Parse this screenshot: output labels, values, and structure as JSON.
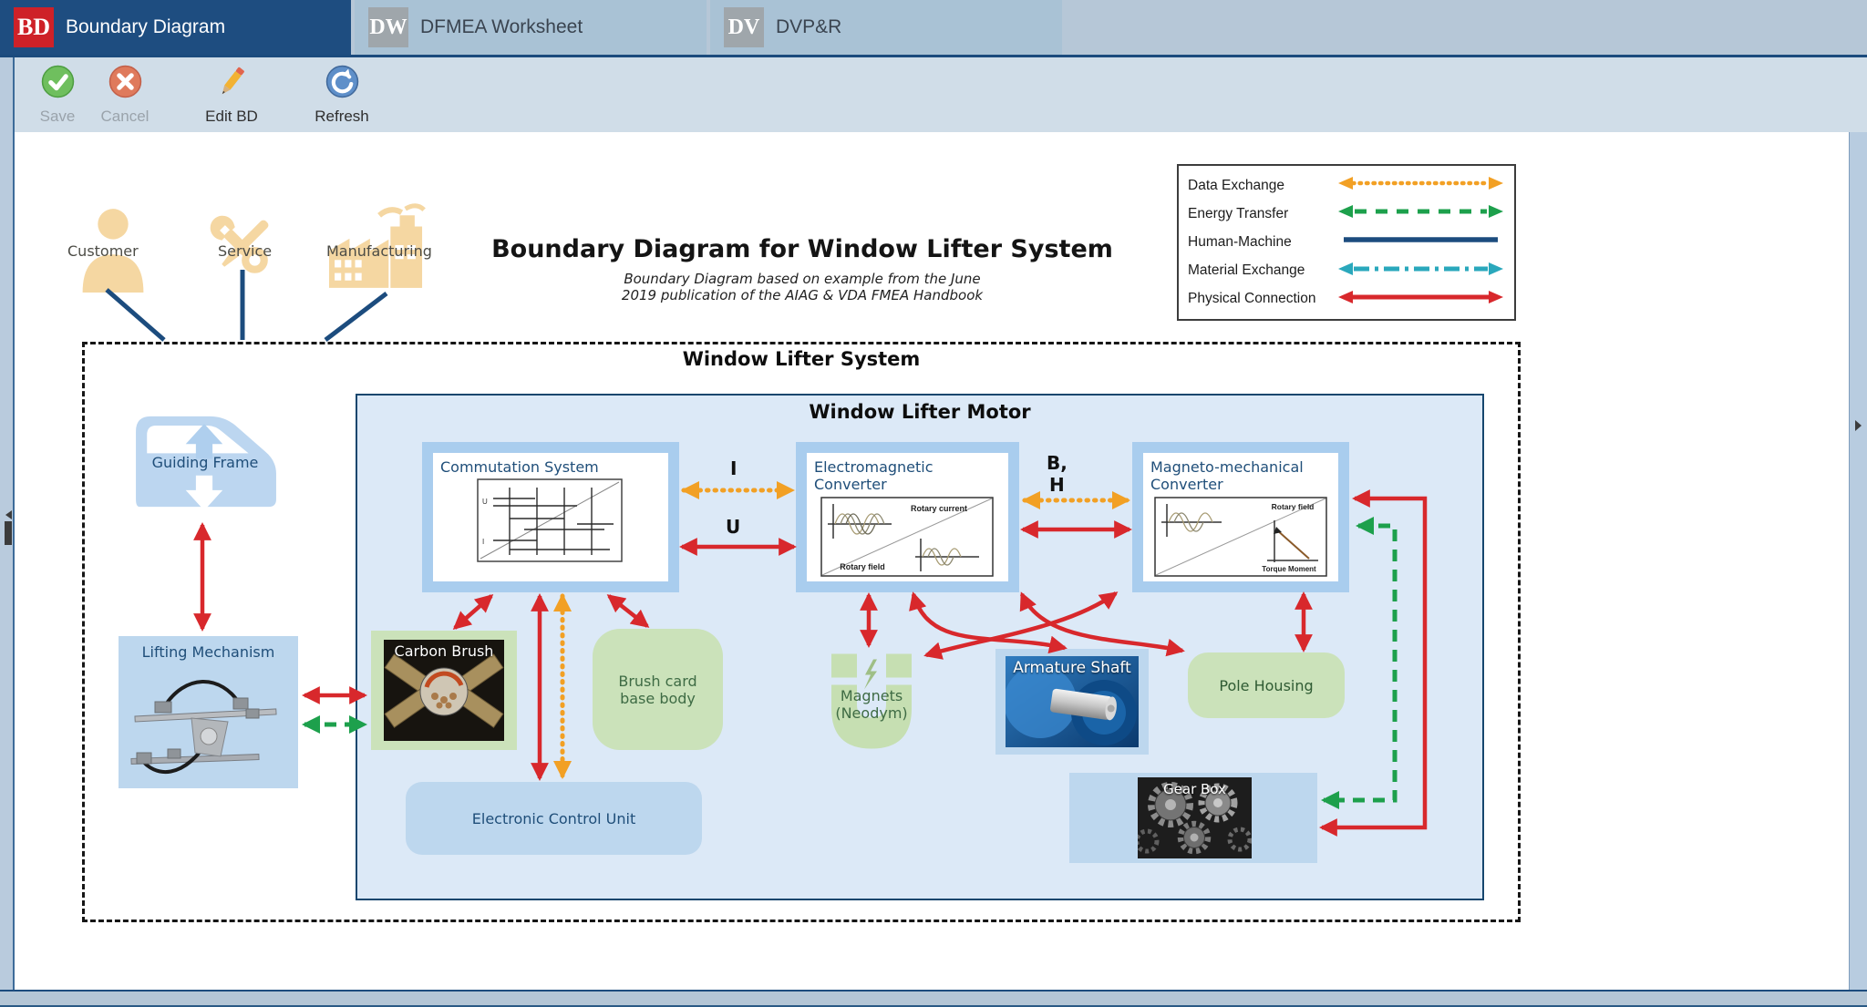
{
  "tabs": [
    {
      "badge": "BD",
      "label": "Boundary Diagram"
    },
    {
      "badge": "DW",
      "label": "DFMEA Worksheet"
    },
    {
      "badge": "DV",
      "label": "DVP&R"
    }
  ],
  "toolbar": {
    "save_label": "Save",
    "cancel_label": "Cancel",
    "edit_label": "Edit BD",
    "refresh_label": "Refresh"
  },
  "legend": {
    "items": [
      {
        "label": "Data Exchange",
        "style": "orange-dotted",
        "color": "#F2A024"
      },
      {
        "label": "Energy Transfer",
        "style": "green-dashed",
        "color": "#1DA04C"
      },
      {
        "label": "Human-Machine",
        "style": "blue-solid",
        "color": "#1C4C7E"
      },
      {
        "label": "Material Exchange",
        "style": "teal-dashdot",
        "color": "#2AA8BC"
      },
      {
        "label": "Physical Connection",
        "style": "red-solid",
        "color": "#D8282C"
      }
    ]
  },
  "header": {
    "title": "Boundary Diagram for Window Lifter System",
    "subtitle_line1": "Boundary Diagram based on example from the June",
    "subtitle_line2": "2019 publication of the AIAG & VDA FMEA Handbook"
  },
  "external": {
    "customer": "Customer",
    "service": "Service",
    "manufacturing": "Manufacturing"
  },
  "diagram": {
    "system_title": "Window Lifter System",
    "motor_title": "Window Lifter Motor",
    "components": {
      "guiding_frame": "Guiding Frame",
      "lifting_mechanism": "Lifting Mechanism",
      "commutation_system": "Commutation System",
      "electromagnetic_converter": "Electromagnetic Converter",
      "magneto_mechanical_converter": "Magneto-mechanical Converter",
      "carbon_brush": "Carbon Brush",
      "brush_card_line1": "Brush card",
      "brush_card_line2": "base body",
      "electronic_control_unit": "Electronic Control Unit",
      "magnets_line1": "Magnets",
      "magnets_line2": "(Neodym)",
      "armature_shaft": "Armature Shaft",
      "pole_housing": "Pole Housing",
      "gear_box": "Gear Box"
    },
    "flow_labels": {
      "current": "I",
      "voltage": "U",
      "field_b": "B,",
      "field_h": "H"
    },
    "annotations": {
      "rotary_current": "Rotary current",
      "rotary_field": "Rotary field",
      "torque_moment": "Torque Moment"
    }
  }
}
